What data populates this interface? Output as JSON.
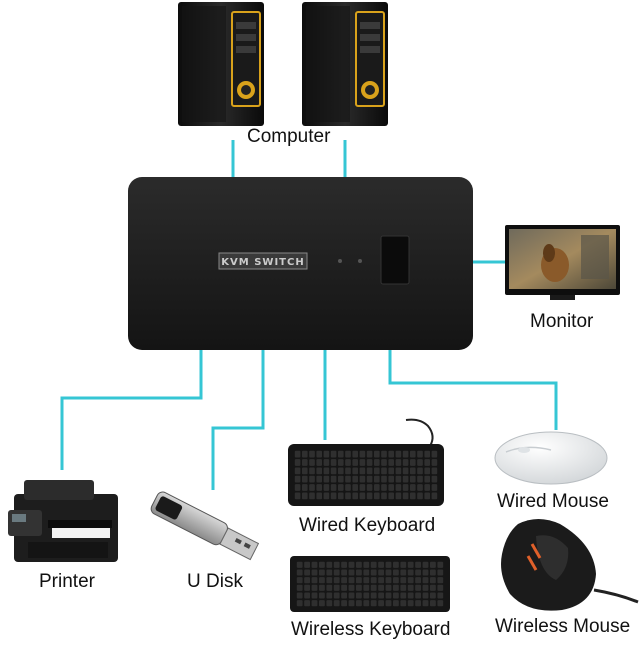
{
  "labels": {
    "computer": "Computer",
    "monitor": "Monitor",
    "printer": "Printer",
    "udisk": "U Disk",
    "wired_keyboard": "Wired Keyboard",
    "wired_mouse": "Wired Mouse",
    "wireless_keyboard": "Wireless Keyboard",
    "wireless_mouse": "Wireless Mouse"
  },
  "device": {
    "name": "KVM SWITCH"
  },
  "colors": {
    "connector": "#35c6d4",
    "switch_body": "#1b1b1b",
    "tower_accent": "#d9a21b"
  },
  "icons": [
    "computer-tower-icon",
    "monitor-icon",
    "printer-icon",
    "usb-drive-icon",
    "keyboard-icon",
    "mouse-icon",
    "gaming-mouse-icon"
  ]
}
